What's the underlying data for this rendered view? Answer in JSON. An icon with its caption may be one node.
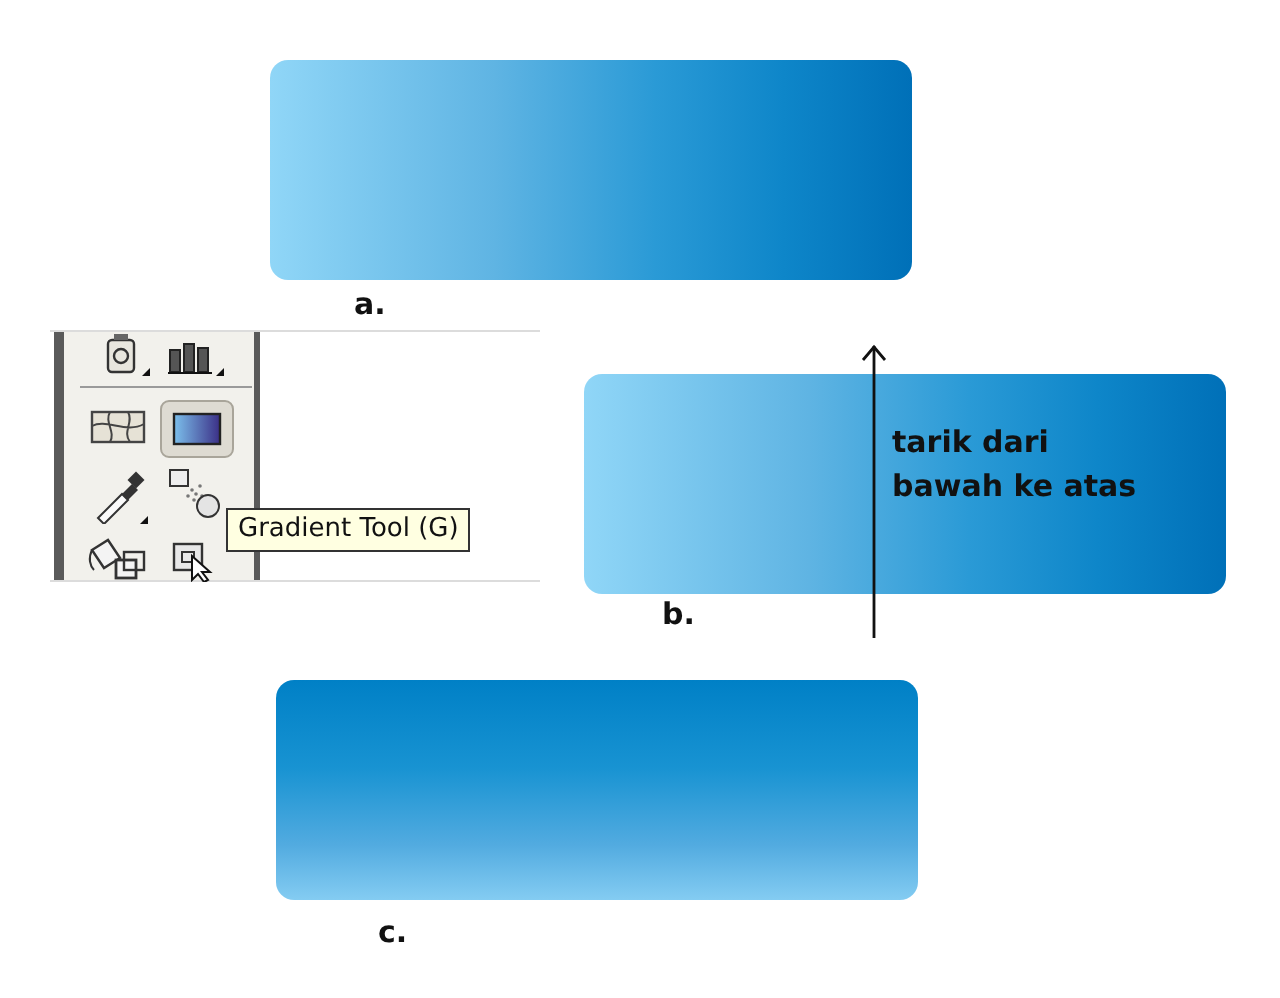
{
  "diagram": {
    "labels": [
      "a.",
      "Gradient Tool (G)",
      "tarik dari bawah ke atas",
      "b.",
      "c."
    ]
  }
}
